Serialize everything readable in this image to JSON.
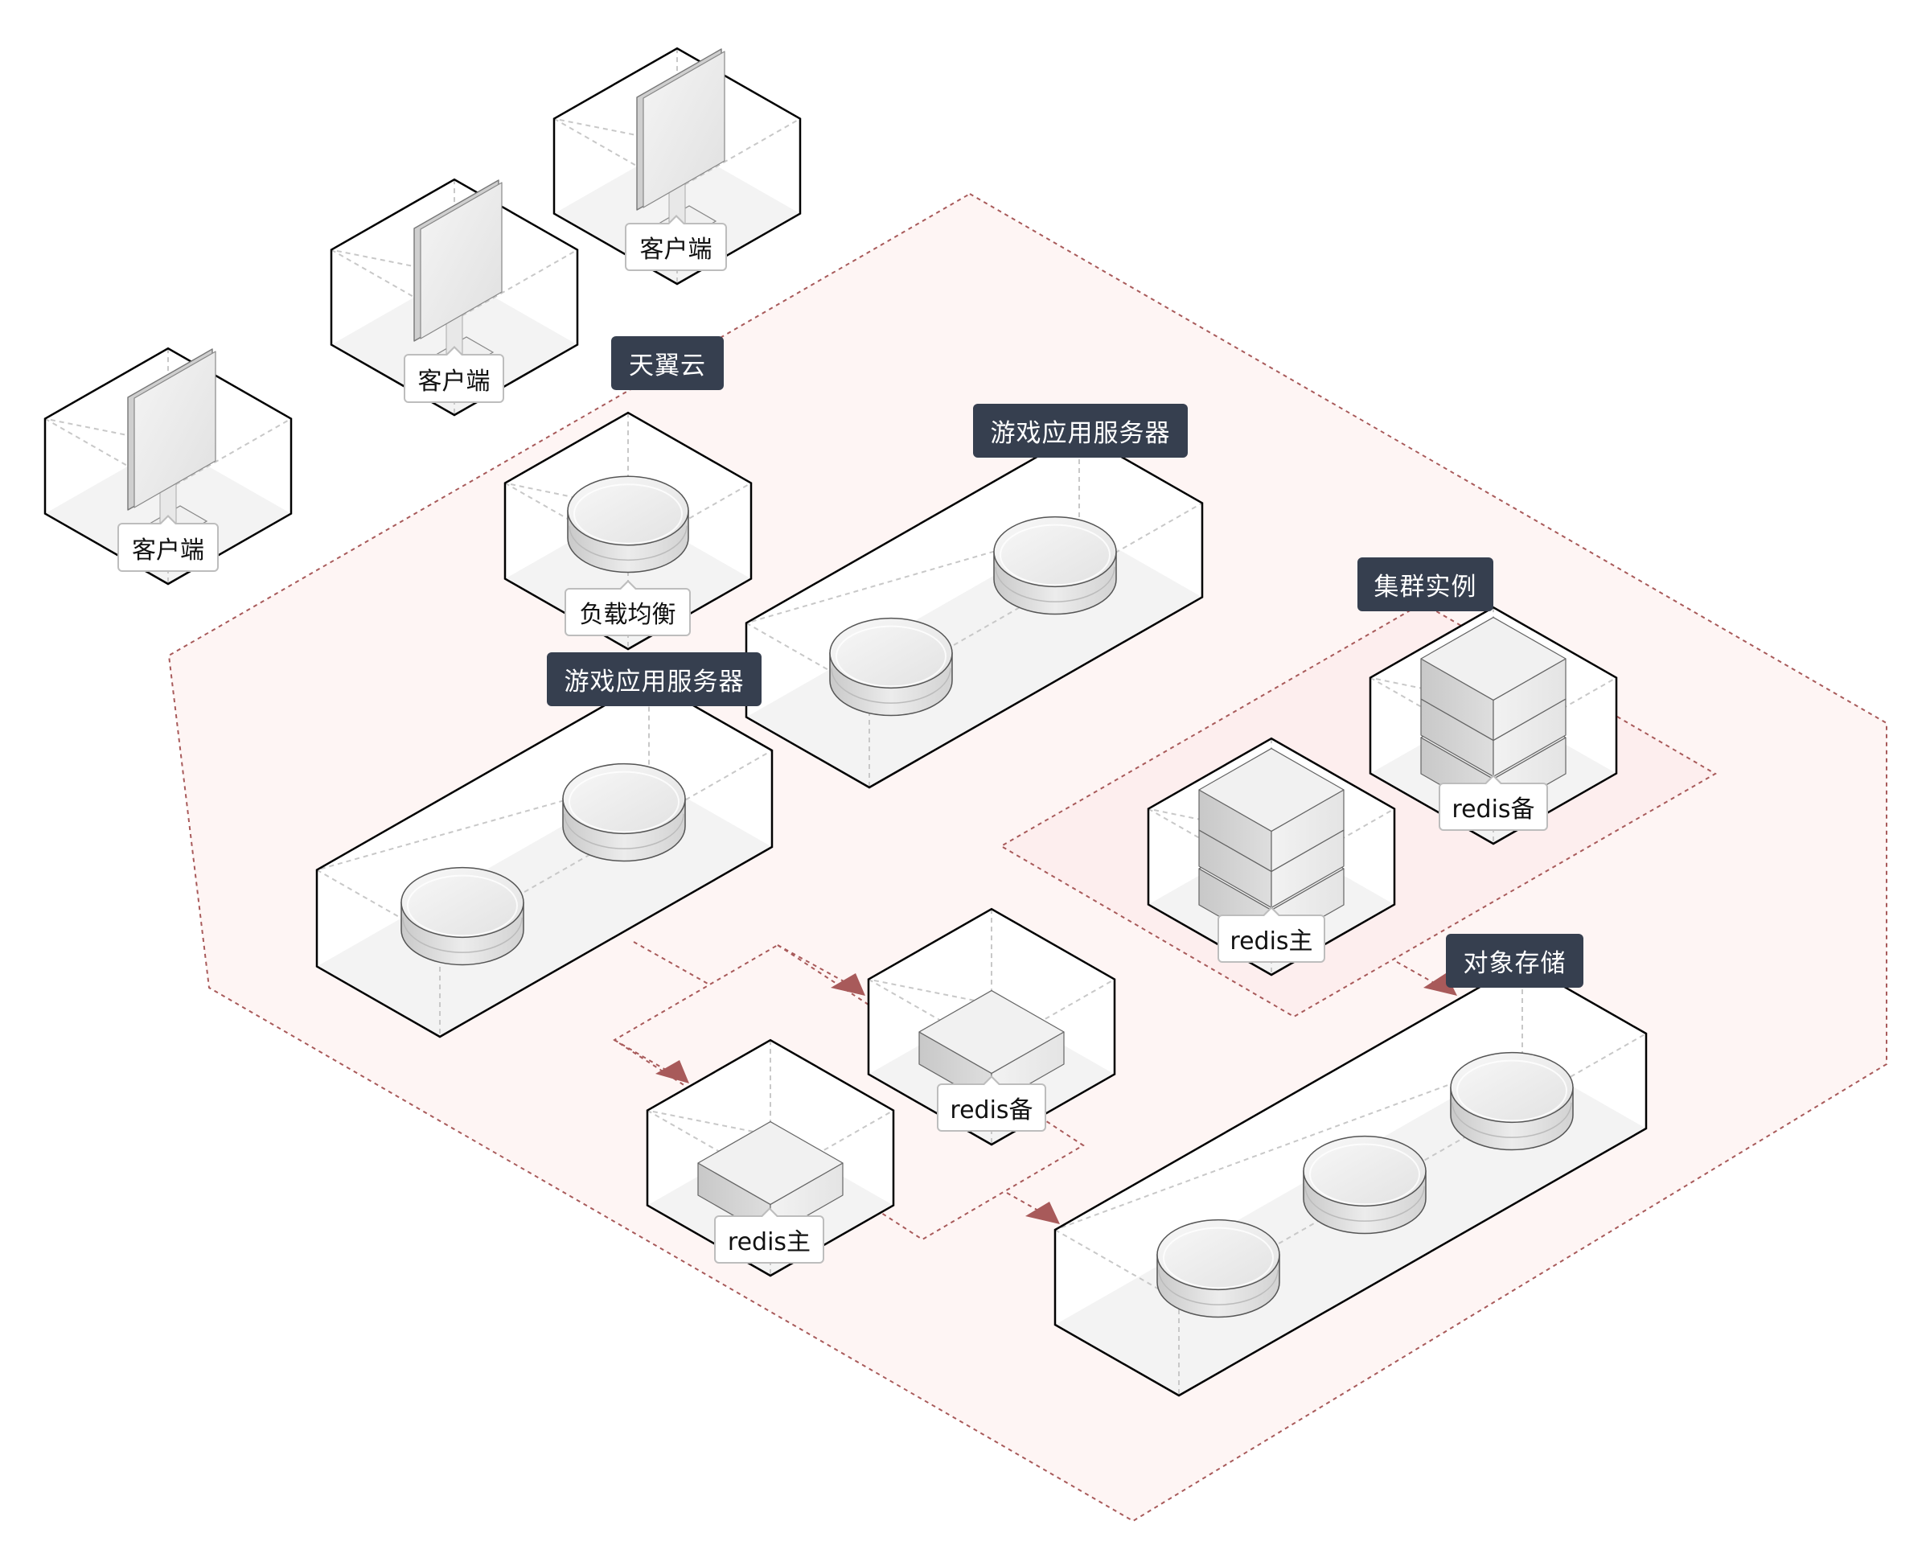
{
  "diagram": {
    "title": "天翼云",
    "colors": {
      "zone_fill": "#fef5f4",
      "zone_stroke": "#a85a5a",
      "arrow": "#a85a5a",
      "box_stroke": "#000000",
      "floor": "#f3f3f3",
      "guide": "#c8c8c8",
      "group_label_bg": "#363f4f",
      "group_label_text": "#ffffff"
    },
    "zones": [
      {
        "id": "cloud",
        "label": "天翼云"
      },
      {
        "id": "cluster",
        "label": "集群实例"
      },
      {
        "id": "redis-link",
        "label": ""
      }
    ],
    "groups": [
      {
        "id": "game-server-a",
        "label": "游戏应用服务器",
        "icon": "server-disc-icon",
        "count": 2
      },
      {
        "id": "game-server-b",
        "label": "游戏应用服务器",
        "icon": "server-disc-icon",
        "count": 2
      },
      {
        "id": "object-storage",
        "label": "对象存储",
        "icon": "storage-disc-icon",
        "count": 3
      }
    ],
    "nodes": [
      {
        "id": "client-1",
        "label": "客户端",
        "icon": "monitor-icon"
      },
      {
        "id": "client-2",
        "label": "客户端",
        "icon": "monitor-icon"
      },
      {
        "id": "client-3",
        "label": "客户端",
        "icon": "monitor-icon"
      },
      {
        "id": "load-balancer",
        "label": "负载均衡",
        "icon": "load-balancer-icon"
      },
      {
        "id": "redis-master-cluster",
        "label": "redis主",
        "icon": "redis-stack-icon"
      },
      {
        "id": "redis-backup-cluster",
        "label": "redis备",
        "icon": "redis-stack-icon"
      },
      {
        "id": "redis-master",
        "label": "redis主",
        "icon": "redis-block-icon"
      },
      {
        "id": "redis-backup",
        "label": "redis备",
        "icon": "redis-block-icon"
      }
    ],
    "connections": [
      {
        "from": "game-server-b",
        "to": "redis-backup",
        "arrow": true
      },
      {
        "from": "game-server-b",
        "to": "redis-master",
        "arrow": true
      },
      {
        "from": "redis-link",
        "to": "object-storage",
        "arrow": true
      },
      {
        "from": "cluster",
        "to": "object-storage",
        "arrow": true
      }
    ]
  }
}
